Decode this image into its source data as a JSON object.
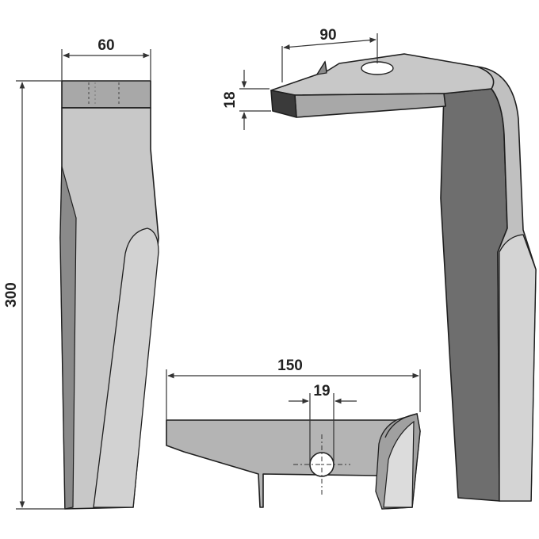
{
  "dimensions": {
    "width_top": "60",
    "height_total": "300",
    "hole_offset": "90",
    "thickness": "18",
    "base_length": "150",
    "hole_diameter": "19"
  },
  "colors": {
    "light_face": "#c8c8c8",
    "mid_face": "#a8a8a8",
    "dark_face": "#6e6e6e",
    "outline": "#1f1f1f"
  }
}
